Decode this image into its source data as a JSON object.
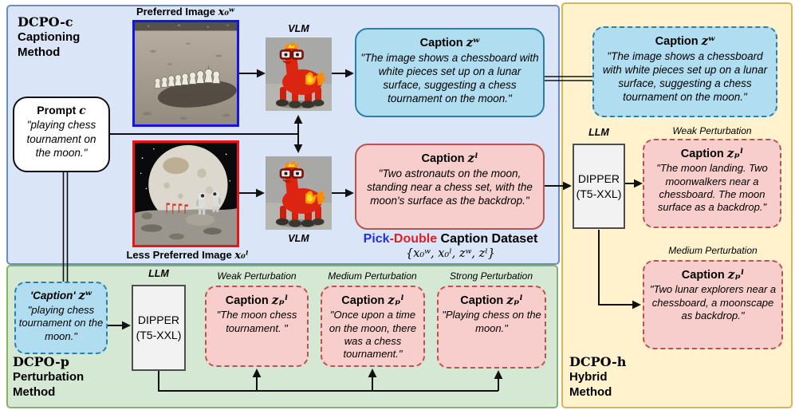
{
  "panels": {
    "dcpo_c": {
      "name": "DCPO-c",
      "method": "Captioning\nMethod"
    },
    "dcpo_p": {
      "name": "DCPO-p",
      "method": "Perturbation\nMethod"
    },
    "dcpo_h": {
      "name": "DCPO-h",
      "method": "Hybrid\nMethod"
    }
  },
  "images": {
    "preferred": {
      "label": "Preferred Image",
      "symbol": "x₀ʷ"
    },
    "less_preferred": {
      "label": "Less Preferred Image",
      "symbol": "x₀ˡ"
    }
  },
  "models": {
    "vlm": "VLM",
    "llm": "LLM",
    "dipper": "DIPPER\n(T5-XXL)"
  },
  "prompt": {
    "label": "Prompt",
    "symbol": "c",
    "text": "\"playing chess\ntournament on\nthe moon.\""
  },
  "captions": {
    "winner": {
      "label": "Caption",
      "symbol": "zʷ",
      "text": "\"The image shows a chessboard with white pieces set up on a lunar surface, suggesting a chess tournament on the moon.\""
    },
    "loser": {
      "label": "Caption",
      "symbol": "zˡ",
      "text": "\"Two astronauts on the moon, standing near a chess set, with the moon's surface as the backdrop.\""
    }
  },
  "dataset": {
    "part1": "Pick",
    "part2": "-Double",
    "part3": " Caption Dataset",
    "tuple": "{x₀ʷ, x₀ˡ, zʷ, zˡ}"
  },
  "perturbation": {
    "quoted_caption": {
      "label": "'Caption'",
      "symbol": "zʷ",
      "text": "\"playing chess tournament on the moon.\""
    },
    "boxes": [
      {
        "level": "Weak Perturbation",
        "label": "Caption",
        "symbol": "zₚˡ",
        "text": "\"The moon chess tournament. \""
      },
      {
        "level": "Medium Perturbation",
        "label": "Caption",
        "symbol": "zₚˡ",
        "text": "\"Once upon a time on the moon, there was a chess tournament.\""
      },
      {
        "level": "Strong Perturbation",
        "label": "Caption",
        "symbol": "zₚˡ",
        "text": "\"Playing chess on the moon.\""
      }
    ]
  },
  "hybrid": {
    "caption": {
      "label": "Caption",
      "symbol": "zʷ",
      "text": "\"The image shows a chessboard with white pieces set up on a lunar surface, suggesting a chess tournament on the moon.\""
    },
    "boxes": [
      {
        "level": "Weak Perturbation",
        "label": "Caption",
        "symbol": "zₚˡ",
        "text": "\"The moon landing. Two moonwalkers near a chessboard. The moon surface as a backdrop.\""
      },
      {
        "level": "Medium Perturbation",
        "label": "Caption",
        "symbol": "zₚˡ",
        "text": "\"Two lunar explorers near a chessboard, a moonscape as backdrop.\""
      }
    ]
  },
  "colors": {
    "panel_captioning": "#dbe5f8",
    "panel_perturbation": "#d5e8d4",
    "panel_hybrid": "#fff2cc",
    "caption_blue_fill": "#b1ddf0",
    "caption_blue_border": "#2b7fab",
    "caption_pink_fill": "#f8cecc",
    "caption_pink_border": "#b85450",
    "pick_blue": "#2430e0",
    "double_red": "#e02020",
    "preferred_border": "#1414e6",
    "less_preferred_border": "#ee1212"
  }
}
